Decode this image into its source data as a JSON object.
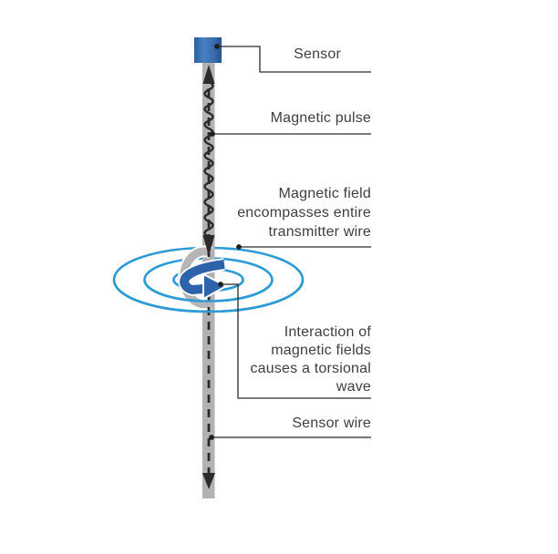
{
  "diagram": {
    "labels": {
      "sensor": "Sensor",
      "magnetic_pulse": "Magnetic pulse",
      "magnetic_field": "Magnetic field\nencompasses entire\ntransmitter wire",
      "interaction": "Interaction of\nmagnetic fields\ncauses a torsional\nwave",
      "sensor_wire": "Sensor wire"
    },
    "parts": [
      "sensor-block",
      "transmitter-wire",
      "magnetic-pulse-wave",
      "magnetic-field-rings",
      "torsional-wave-arrow",
      "sensor-wire-dashed"
    ],
    "colors": {
      "field_ring_blue": "#2d9bd6",
      "torsion_arrow_blue": "#2e63ab",
      "sensor_block_blue": "#3d6fb4",
      "wire_gray": "#b2b2b2",
      "line_black": "#2b2b2b",
      "label_text": "#3e3e3e"
    }
  }
}
